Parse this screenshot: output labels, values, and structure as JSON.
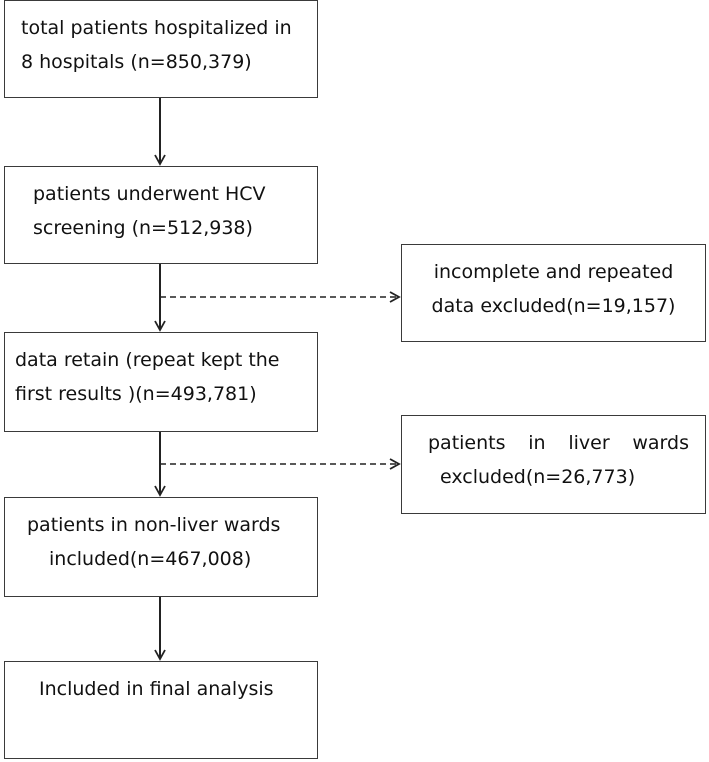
{
  "flow": {
    "step1": {
      "line1": "total patients hospitalized in",
      "line2": "8 hospitals (n=850,379)"
    },
    "step2": {
      "line1": "patients underwent HCV",
      "line2": "screening (n=512,938)"
    },
    "step3": {
      "line1": "data retain (repeat kept the",
      "line2": "first results )(n=493,781)"
    },
    "step4": {
      "line1": "patients in non-liver wards",
      "line2": "included(n=467,008)"
    },
    "step5": {
      "line1": "Included in final analysis"
    }
  },
  "exclusions": {
    "excl1": {
      "line1": "incomplete and repeated",
      "line2": "data excluded(n=19,157)"
    },
    "excl2": {
      "line1": "patients in liver wards",
      "line2": "excluded(n=26,773)"
    }
  }
}
